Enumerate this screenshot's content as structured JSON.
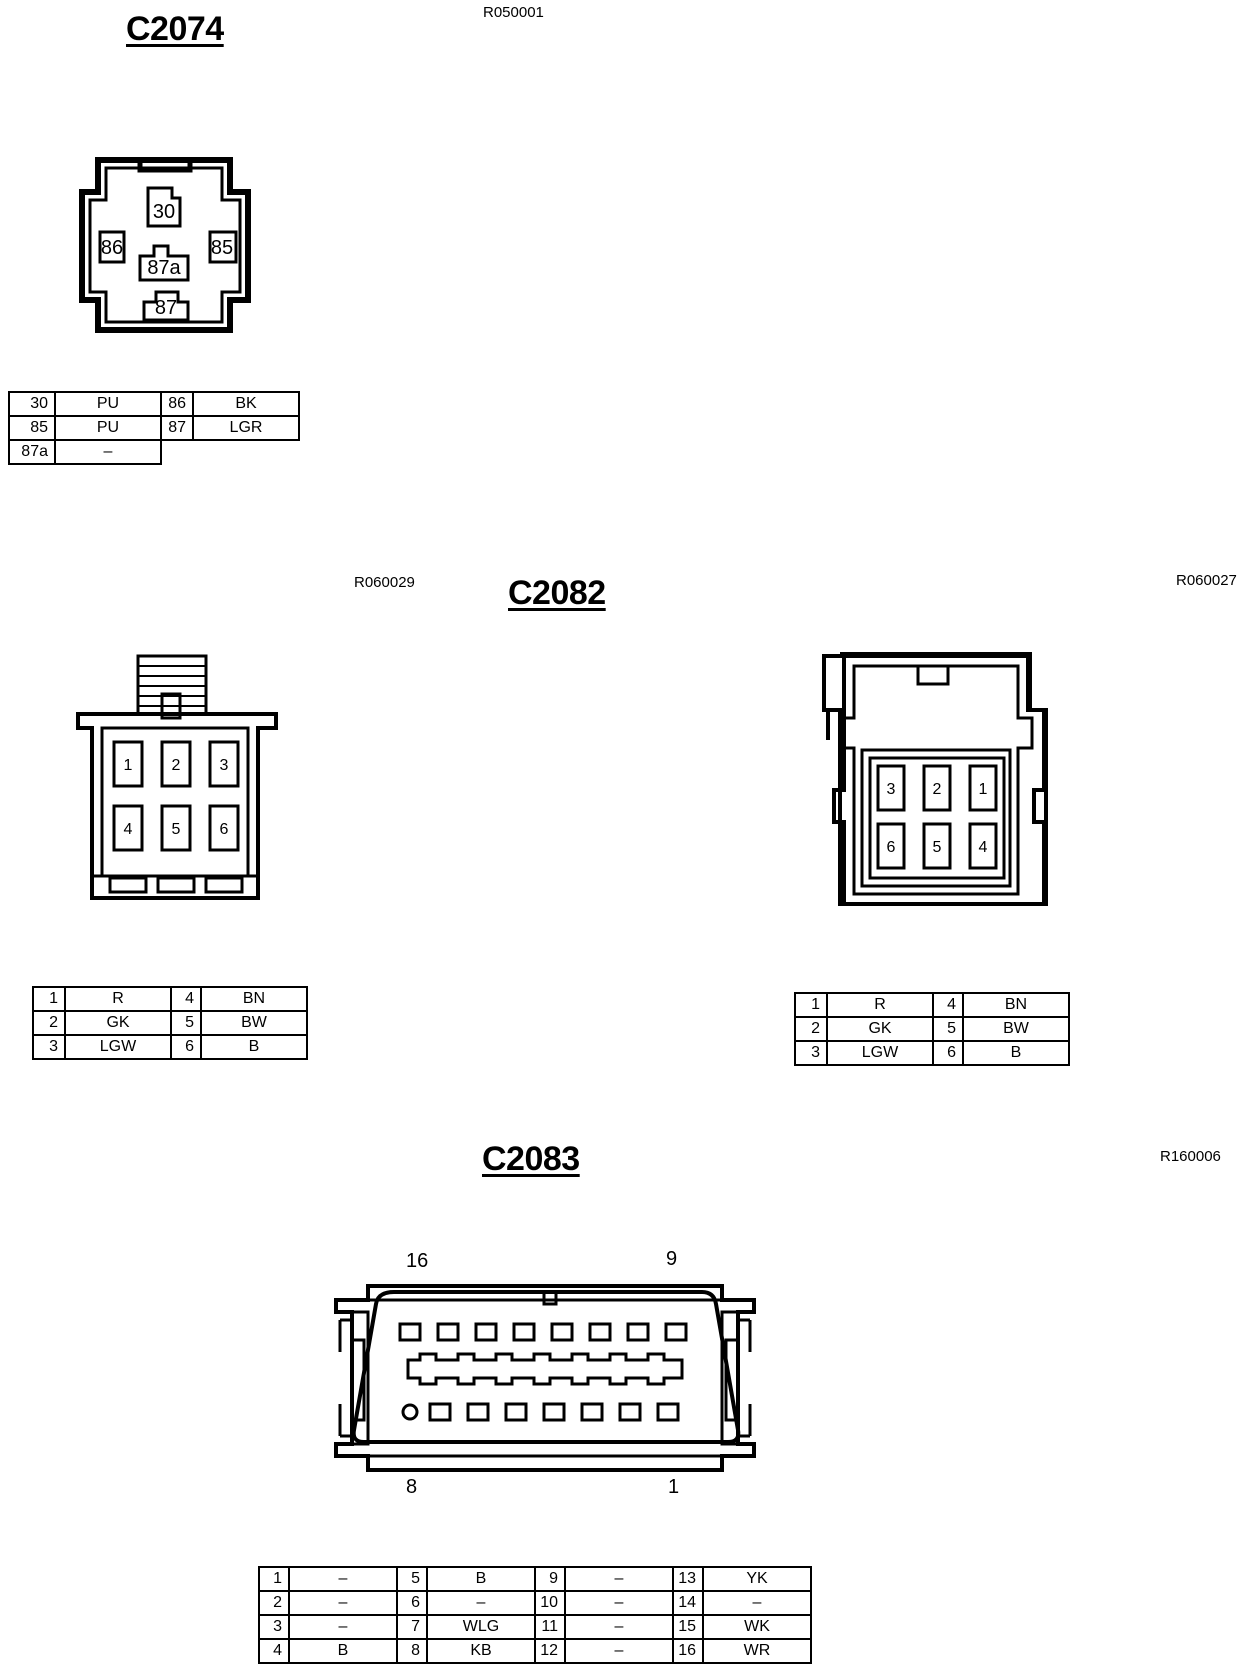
{
  "c2074": {
    "title": "C2074",
    "ref": "R050001",
    "cavity_labels": [
      "30",
      "86",
      "87a",
      "85",
      "87"
    ],
    "table": [
      [
        {
          "pin": "30",
          "wire": "PU"
        },
        {
          "pin": "86",
          "wire": "BK"
        }
      ],
      [
        {
          "pin": "85",
          "wire": "PU"
        },
        {
          "pin": "87",
          "wire": "LGR"
        }
      ],
      [
        {
          "pin": "87a",
          "wire": "–"
        }
      ]
    ]
  },
  "c2082": {
    "title": "C2082",
    "ref_left": "R060029",
    "ref_right": "R060027",
    "left_cavity_labels": [
      "1",
      "2",
      "3",
      "4",
      "5",
      "6"
    ],
    "right_cavity_labels": [
      "3",
      "2",
      "1",
      "6",
      "5",
      "4"
    ],
    "table_left": [
      [
        {
          "pin": "1",
          "wire": "R"
        },
        {
          "pin": "4",
          "wire": "BN"
        }
      ],
      [
        {
          "pin": "2",
          "wire": "GK"
        },
        {
          "pin": "5",
          "wire": "BW"
        }
      ],
      [
        {
          "pin": "3",
          "wire": "LGW"
        },
        {
          "pin": "6",
          "wire": "B"
        }
      ]
    ],
    "table_right": [
      [
        {
          "pin": "1",
          "wire": "R"
        },
        {
          "pin": "4",
          "wire": "BN"
        }
      ],
      [
        {
          "pin": "2",
          "wire": "GK"
        },
        {
          "pin": "5",
          "wire": "BW"
        }
      ],
      [
        {
          "pin": "3",
          "wire": "LGW"
        },
        {
          "pin": "6",
          "wire": "B"
        }
      ]
    ]
  },
  "c2083": {
    "title": "C2083",
    "ref": "R160006",
    "corner_labels": {
      "top_left": "16",
      "top_right": "9",
      "bottom_left": "8",
      "bottom_right": "1"
    },
    "table": [
      [
        {
          "pin": "1",
          "wire": "–"
        },
        {
          "pin": "5",
          "wire": "B"
        },
        {
          "pin": "9",
          "wire": "–"
        },
        {
          "pin": "13",
          "wire": "YK"
        }
      ],
      [
        {
          "pin": "2",
          "wire": "–"
        },
        {
          "pin": "6",
          "wire": "–"
        },
        {
          "pin": "10",
          "wire": "–"
        },
        {
          "pin": "14",
          "wire": "–"
        }
      ],
      [
        {
          "pin": "3",
          "wire": "–"
        },
        {
          "pin": "7",
          "wire": "WLG"
        },
        {
          "pin": "11",
          "wire": "–"
        },
        {
          "pin": "15",
          "wire": "WK"
        }
      ],
      [
        {
          "pin": "4",
          "wire": "B"
        },
        {
          "pin": "8",
          "wire": "KB"
        },
        {
          "pin": "12",
          "wire": "–"
        },
        {
          "pin": "16",
          "wire": "WR"
        }
      ]
    ]
  }
}
